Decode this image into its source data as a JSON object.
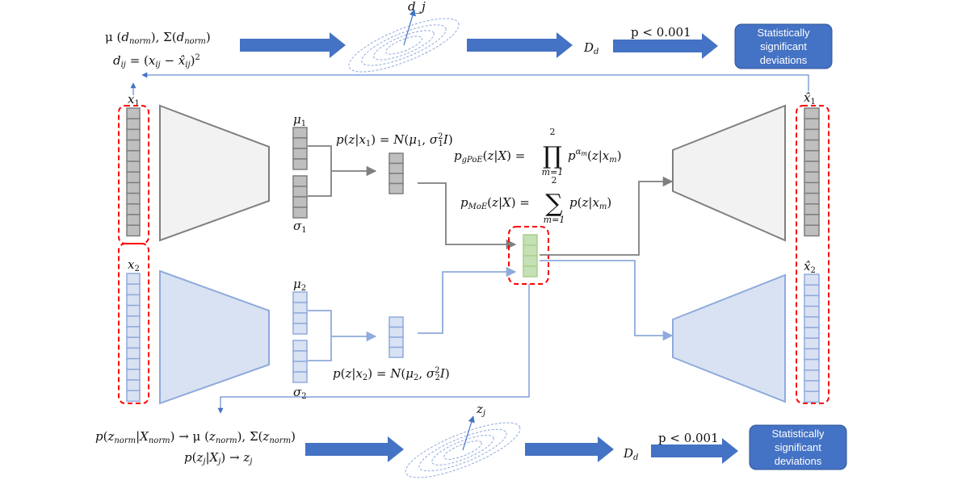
{
  "colors": {
    "arrow_blue": "#4472C4",
    "gray_fill": "#BFBFBF",
    "gray_stroke": "#7F7F7F",
    "light_blue_fill": "#D9E2F3",
    "light_blue_stroke": "#8FAADC",
    "green_fill": "#C5E0B4",
    "green_stroke": "#A9D18E",
    "dash_red": "#FF0000",
    "button_fill": "#4472C4"
  },
  "top": {
    "stats_formula": "μ (d_norm), Σ(d_norm)",
    "dist_formula": "d_ij = (x_ij − x̂_ij)²",
    "ellipse_label": "d_j",
    "dd_label": "D_d",
    "pvalue": "p < 0.001",
    "button_lines": [
      "Statistically",
      "significant",
      "deviations"
    ]
  },
  "bottom": {
    "posterior_formula": "p(z_norm|X_norm) → μ (z_norm), Σ(z_norm)",
    "zj_formula": "p(z_j|X_j) → z_j",
    "ellipse_label": "z_j",
    "dd_label": "D_d",
    "pvalue": "p < 0.001",
    "button_lines": [
      "Statistically",
      "significant",
      "deviations"
    ]
  },
  "modality1": {
    "input_label": "x₁",
    "recon_label": "x̂₁",
    "mu_label": "μ₁",
    "sigma_label": "σ₁",
    "posterior": "p(z|x₁) = N(μ₁, σ₁²I)"
  },
  "modality2": {
    "input_label": "x₂",
    "recon_label": "x̂₂",
    "mu_label": "μ₂",
    "sigma_label": "σ₂",
    "posterior": "p(z|x₂) = N(μ₂, σ₂²I)"
  },
  "fusion": {
    "gpoe_formula": "p_gPoE(z|X) = ∏ p^(α_m)(z|x_m)",
    "moe_formula": "p_MoE(z|X) = ∑ p(z|x_m)",
    "limit_top": "2",
    "limit_bottom": "m=1"
  }
}
